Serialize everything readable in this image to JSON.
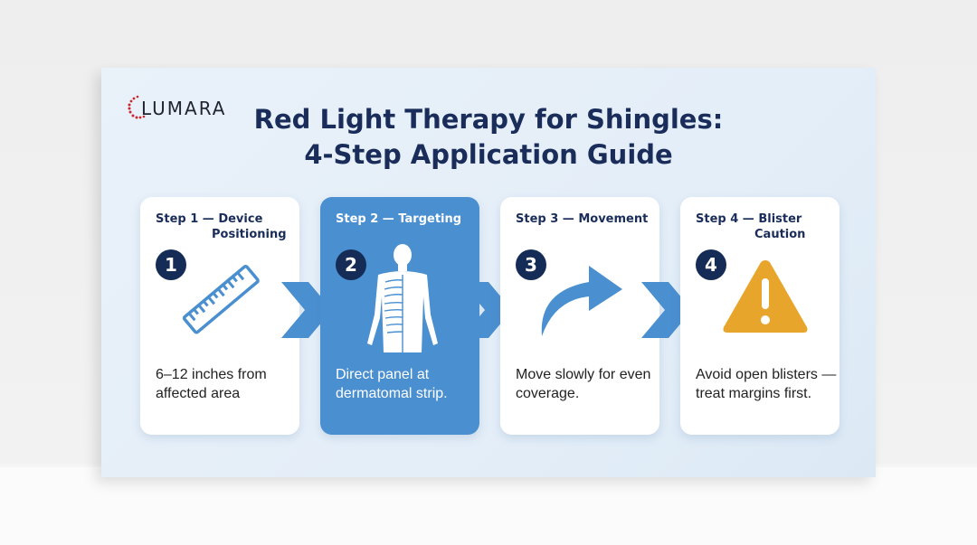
{
  "brand": {
    "logo_text": "LUMARA",
    "accent_color": "#c8282d"
  },
  "header": {
    "title_line1": "Red Light Therapy for Shingles:",
    "title_line2": "4-Step Application Guide"
  },
  "steps": [
    {
      "title_line1": "Step 1 — Device",
      "title_line2": "Positioning",
      "number": "1",
      "icon": "ruler-icon",
      "description": "6–12 inches from affected area",
      "active": false
    },
    {
      "title_line1": "Step 2 — Targeting",
      "title_line2": "",
      "number": "2",
      "icon": "human-body-dermatome-icon",
      "description": "Direct panel at dermatomal strip.",
      "active": true
    },
    {
      "title_line1": "Step 3 — Movement",
      "title_line2": "",
      "number": "3",
      "icon": "curved-arrow-icon",
      "description": "Move slowly for even coverage.",
      "active": false
    },
    {
      "title_line1": "Step 4 — Blister",
      "title_line2": "Caution",
      "number": "4",
      "icon": "warning-triangle-icon",
      "description": "Avoid open blisters — treat margins first.",
      "active": false
    }
  ],
  "colors": {
    "navy": "#1a2d5a",
    "blue": "#4a8fd0",
    "warning": "#e8a52c",
    "badge": "#152c57"
  }
}
